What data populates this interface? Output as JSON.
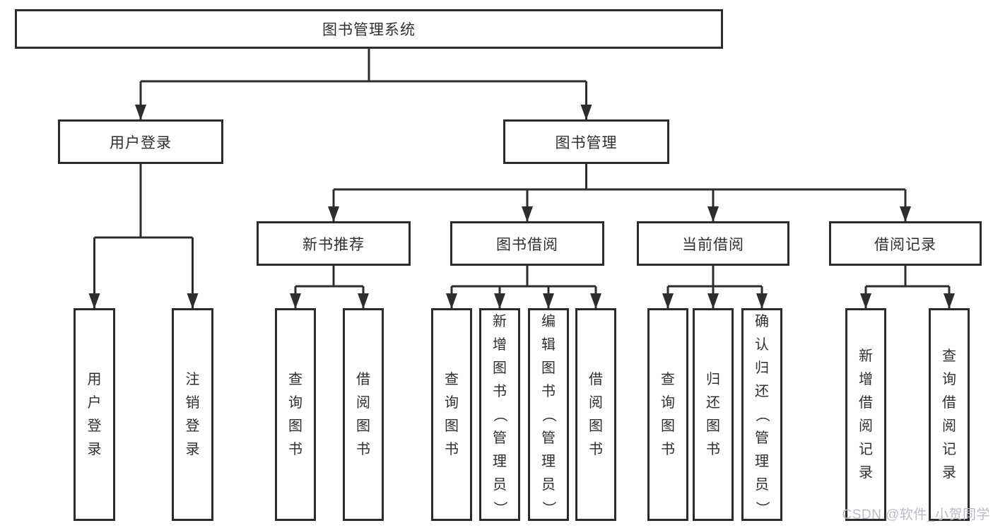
{
  "diagram_title": "图书管理系统",
  "tree": {
    "root": {
      "label": "图书管理系统"
    },
    "branches": [
      {
        "label": "用户登录",
        "children": [
          "用户登录",
          "注销登录"
        ]
      },
      {
        "label": "图书管理",
        "groups": [
          {
            "label": "新书推荐",
            "children": [
              "查询图书",
              "借阅图书"
            ]
          },
          {
            "label": "图书借阅",
            "children": [
              "查询图书",
              "新增图书（管理员）",
              "编辑图书（管理员）",
              "借阅图书"
            ]
          },
          {
            "label": "当前借阅",
            "children": [
              "查询图书",
              "归还图书",
              "确认归还（管理员）"
            ]
          },
          {
            "label": "借阅记录",
            "children": [
              "新增借阅记录",
              "查询借阅记录"
            ]
          }
        ]
      }
    ]
  },
  "watermark": {
    "text": "CSDN @软件_小贺同学",
    "color": "#b9bcc2"
  },
  "colors": {
    "line": "#2d2d2d",
    "box_border": "#2b2b2b",
    "text": "#2f2f2f",
    "background": "#ffffff"
  }
}
